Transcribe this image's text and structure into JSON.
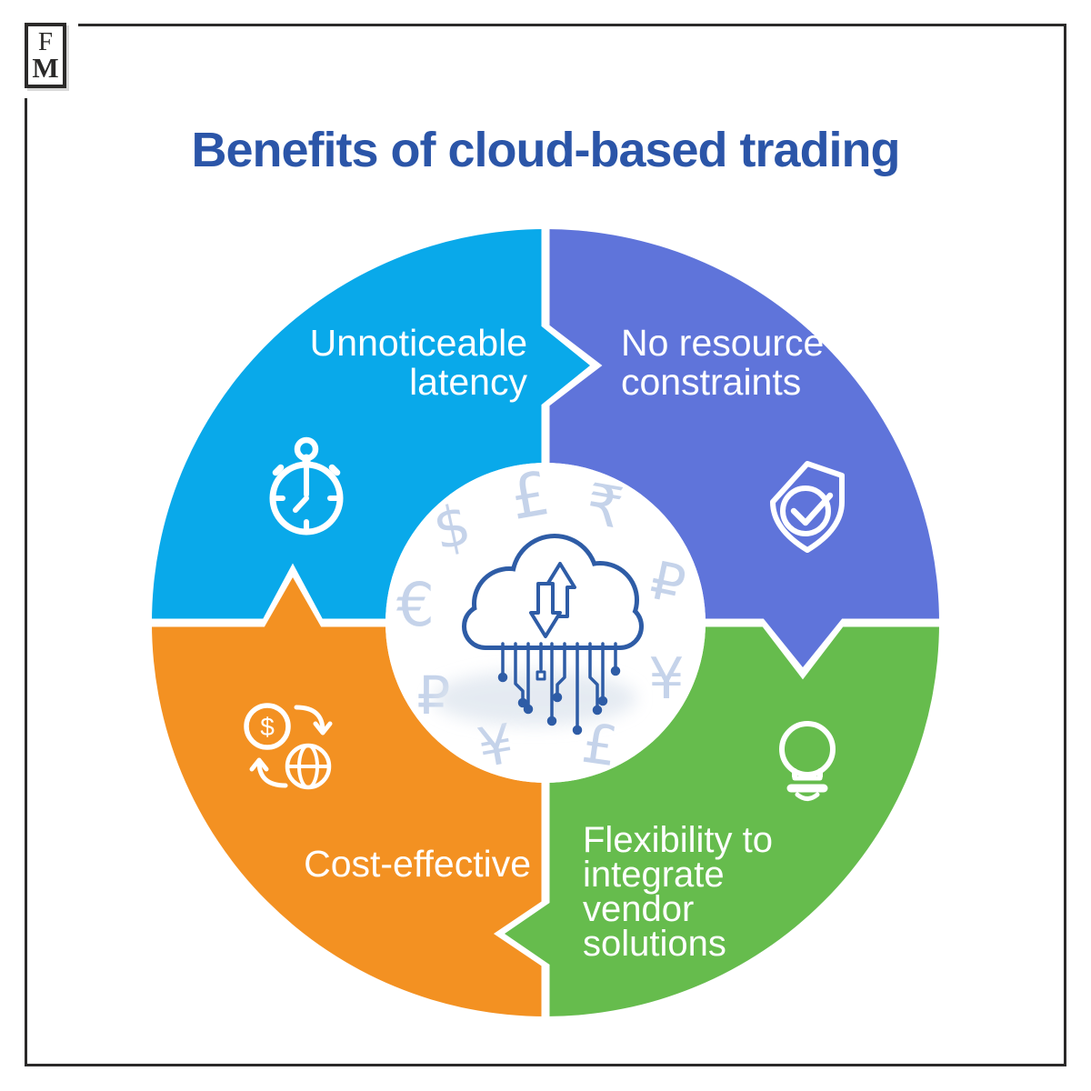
{
  "brand": {
    "logo_top": "F",
    "logo_bottom": "M"
  },
  "title": {
    "text": "Benefits of cloud-based trading",
    "color": "#2B55A8"
  },
  "palette": {
    "cyan": "#09A9EA",
    "purple": "#5F74DA",
    "orange": "#F39122",
    "green": "#66BC4D",
    "title_blue": "#2B55A8",
    "watermark_blue": "#C5D3EA",
    "cloud_line_blue": "#2E5CA6",
    "frame_dark": "#2B2A29",
    "label_white": "#FFFFFF"
  },
  "quadrants": [
    {
      "name": "unnoticeable-latency",
      "color": "#09A9EA",
      "icon": "stopwatch-icon",
      "label_lines": [
        "Unnoticeable",
        "latency"
      ]
    },
    {
      "name": "no-resource-constraints",
      "color": "#5F74DA",
      "icon": "shield-check-icon",
      "label_lines": [
        "No resource",
        "constraints"
      ]
    },
    {
      "name": "cost-effective",
      "color": "#F39122",
      "icon": "currency-exchange-icon",
      "label_lines": [
        "Cost-effective"
      ]
    },
    {
      "name": "flexibility-to-integrate-vendor-solutions",
      "color": "#66BC4D",
      "icon": "lightbulb-icon",
      "label_lines": [
        "Flexibility to",
        "integrate",
        "vendor",
        "solutions"
      ]
    }
  ],
  "center": {
    "icon": "cloud-upload-download-icon",
    "currency_symbols": [
      "$",
      "£",
      "₹",
      "€",
      "₽",
      "₽",
      "¥",
      "¥",
      "£"
    ],
    "exchange_coin_symbol": "$"
  }
}
